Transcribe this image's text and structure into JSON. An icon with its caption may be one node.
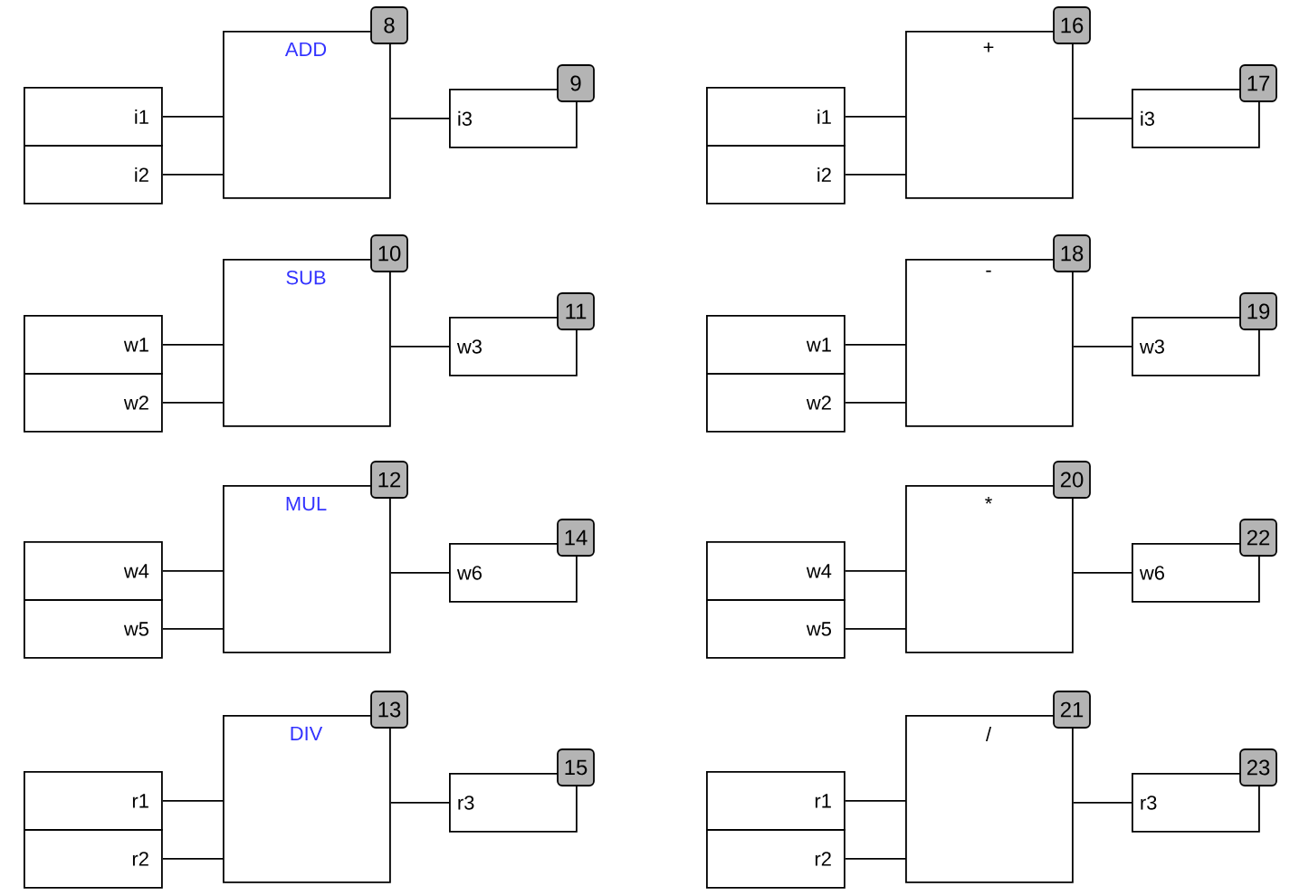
{
  "diagram": {
    "nodes": [
      {
        "text": [
          "i1"
        ]
      },
      {
        "text": [
          "i2"
        ]
      },
      {
        "text": [
          "ADD"
        ],
        "beside": [
          "8"
        ]
      },
      {
        "text": [
          "i3"
        ],
        "beside": [
          "9"
        ]
      },
      {
        "text": [
          "w1"
        ]
      },
      {
        "text": [
          "w2"
        ]
      },
      {
        "text": [
          "SUB"
        ],
        "beside": [
          "10"
        ]
      },
      {
        "text": [
          "w3"
        ],
        "beside": [
          "11"
        ]
      },
      {
        "text": [
          "w4"
        ]
      },
      {
        "text": [
          "w5"
        ]
      },
      {
        "text": [
          "MUL"
        ],
        "beside": [
          "12"
        ]
      },
      {
        "text": [
          "w6"
        ],
        "beside": [
          "14"
        ]
      },
      {
        "text": [
          "r1"
        ]
      },
      {
        "text": [
          "r2"
        ]
      },
      {
        "text": [
          "DIV"
        ],
        "beside": [
          "13"
        ]
      },
      {
        "text": [
          "r3"
        ],
        "beside": [
          "15"
        ]
      },
      {
        "text": [
          "i1"
        ]
      },
      {
        "text": [
          "i2"
        ]
      },
      {
        "text": [
          "+"
        ],
        "beside": [
          "16"
        ]
      },
      {
        "text": [
          "i3"
        ],
        "beside": [
          "17"
        ]
      },
      {
        "text": [
          "w1"
        ]
      },
      {
        "text": [
          "w2"
        ]
      },
      {
        "text": [
          "-"
        ],
        "beside": [
          "18"
        ]
      },
      {
        "text": [
          "w3"
        ],
        "beside": [
          "19"
        ]
      },
      {
        "text": [
          "w4"
        ]
      },
      {
        "text": [
          "w5"
        ]
      },
      {
        "text": [
          "*"
        ],
        "beside": [
          "20"
        ]
      },
      {
        "text": [
          "w6"
        ],
        "beside": [
          "22"
        ]
      },
      {
        "text": [
          "r1"
        ]
      },
      {
        "text": [
          "r2"
        ]
      },
      {
        "text": [
          "/"
        ],
        "beside": [
          "21"
        ]
      },
      {
        "text": [
          "r3"
        ],
        "beside": [
          "23"
        ]
      }
    ],
    "edges": [
      {
        "from": 0,
        "to": 2,
        "arrow": "none"
      },
      {
        "from": 1,
        "to": 2,
        "arrow": "none"
      },
      {
        "from": 2,
        "to": 3,
        "arrow": "none"
      },
      {
        "from": 4,
        "to": 6,
        "arrow": "none"
      },
      {
        "from": 5,
        "to": 6,
        "arrow": "none"
      },
      {
        "from": 6,
        "to": 7,
        "arrow": "none"
      },
      {
        "from": 8,
        "to": 10,
        "arrow": "none"
      },
      {
        "from": 9,
        "to": 10,
        "arrow": "none"
      },
      {
        "from": 10,
        "to": 11,
        "arrow": "none"
      },
      {
        "from": 12,
        "to": 14,
        "arrow": "none"
      },
      {
        "from": 13,
        "to": 14,
        "arrow": "none"
      },
      {
        "from": 14,
        "to": 15,
        "arrow": "none"
      },
      {
        "from": 16,
        "to": 18,
        "arrow": "none"
      },
      {
        "from": 17,
        "to": 18,
        "arrow": "none"
      },
      {
        "from": 18,
        "to": 19,
        "arrow": "none"
      },
      {
        "from": 20,
        "to": 22,
        "arrow": "none"
      },
      {
        "from": 21,
        "to": 22,
        "arrow": "none"
      },
      {
        "from": 22,
        "to": 23,
        "arrow": "none"
      },
      {
        "from": 24,
        "to": 26,
        "arrow": "none"
      },
      {
        "from": 25,
        "to": 26,
        "arrow": "none"
      },
      {
        "from": 26,
        "to": 27,
        "arrow": "none"
      },
      {
        "from": 28,
        "to": 30,
        "arrow": "none"
      },
      {
        "from": 29,
        "to": 30,
        "arrow": "none"
      },
      {
        "from": 30,
        "to": 31,
        "arrow": "none"
      }
    ]
  }
}
